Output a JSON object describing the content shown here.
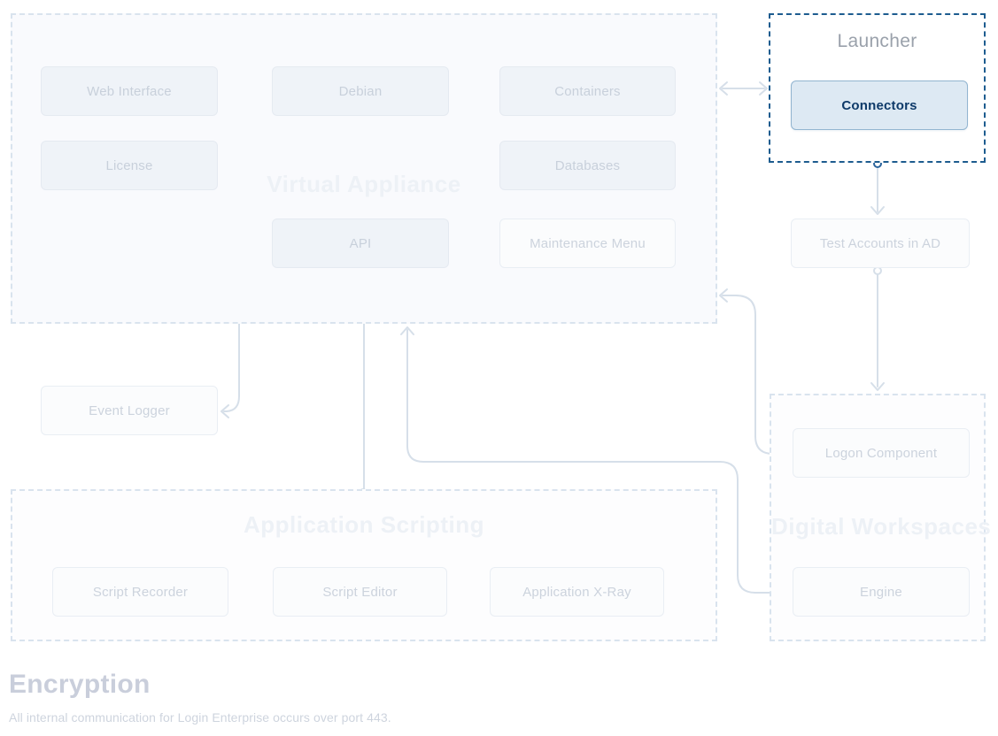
{
  "groups": {
    "virtual_appliance": {
      "title": "Virtual Appliance"
    },
    "launcher": {
      "title": "Launcher"
    },
    "application_scripting": {
      "title": "Application Scripting"
    },
    "digital_workspaces": {
      "title": "Digital Workspaces"
    }
  },
  "nodes": {
    "web_interface": "Web Interface",
    "debian": "Debian",
    "containers": "Containers",
    "license": "License",
    "databases": "Databases",
    "api": "API",
    "maintenance_menu": "Maintenance Menu",
    "connectors": "Connectors",
    "test_accounts": "Test Accounts in AD",
    "event_logger": "Event Logger",
    "script_recorder": "Script Recorder",
    "script_editor": "Script Editor",
    "application_xray": "Application X-Ray",
    "logon_component": "Logon Component",
    "engine": "Engine"
  },
  "footer": {
    "heading": "Encryption",
    "body": "All internal communication for Login Enterprise occurs over port 443."
  },
  "colors": {
    "highlight_border": "#1d5c8f",
    "highlight_fill": "#dde9f3",
    "highlight_text": "#0e3a69",
    "wire_line": "#d6dfe9",
    "faded_box_fill": "#eff3f8",
    "faded_text": "#ccd3dd",
    "group_title_faded": "#edf1f6",
    "launcher_title": "#9aa1ab"
  }
}
